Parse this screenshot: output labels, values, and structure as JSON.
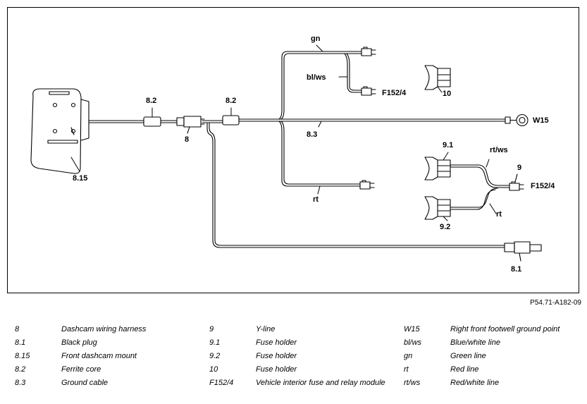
{
  "diagram": {
    "labels": {
      "mount": "8.15",
      "ferrite_left": "8.2",
      "harness": "8",
      "ferrite_right": "8.2",
      "ground_cable": "8.3",
      "wire_gn": "gn",
      "wire_blws": "bl/ws",
      "fuse_top": "F152/4",
      "fuse_holder_10": "10",
      "ground_point": "W15",
      "wire_rt_lower": "rt",
      "fuse_holder_91": "9.1",
      "wire_rtws": "rt/ws",
      "yline": "9",
      "fuse_right": "F152/4",
      "wire_rt_right": "rt",
      "fuse_holder_92": "9.2",
      "black_plug": "8.1"
    },
    "reference_code": "P54.71-A182-09"
  },
  "legend": {
    "col1": [
      {
        "code": "8",
        "desc": "Dashcam wiring harness"
      },
      {
        "code": "8.1",
        "desc": "Black plug"
      },
      {
        "code": "8.15",
        "desc": "Front dashcam mount"
      },
      {
        "code": "8.2",
        "desc": "Ferrite core"
      },
      {
        "code": "8.3",
        "desc": "Ground cable"
      }
    ],
    "col2": [
      {
        "code": "9",
        "desc": "Y-line"
      },
      {
        "code": "9.1",
        "desc": "Fuse holder"
      },
      {
        "code": "9.2",
        "desc": "Fuse holder"
      },
      {
        "code": "10",
        "desc": "Fuse holder"
      },
      {
        "code": "F152/4",
        "desc": "Vehicle interior fuse and relay module"
      }
    ],
    "col3": [
      {
        "code": "W15",
        "desc": "Right front footwell ground point"
      },
      {
        "code": "bl/ws",
        "desc": "Blue/white line"
      },
      {
        "code": "gn",
        "desc": "Green line"
      },
      {
        "code": "rt",
        "desc": "Red line"
      },
      {
        "code": "rt/ws",
        "desc": "Red/white line"
      }
    ]
  }
}
